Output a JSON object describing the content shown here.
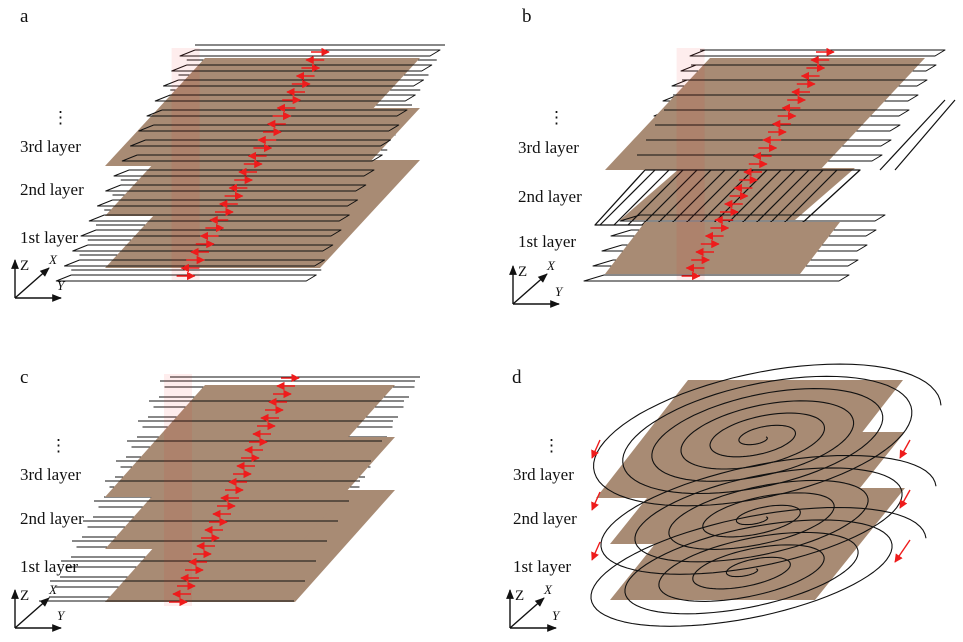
{
  "panels": [
    {
      "letter": "a",
      "ellipsis": "⋮",
      "layers": [
        "3rd layer",
        "2nd layer",
        "1st layer"
      ]
    },
    {
      "letter": "b",
      "ellipsis": "⋮",
      "layers": [
        "3rd layer",
        "2nd layer",
        "1st layer"
      ]
    },
    {
      "letter": "c",
      "ellipsis": "⋮",
      "layers": [
        "3rd layer",
        "2nd layer",
        "1st layer"
      ]
    },
    {
      "letter": "d",
      "ellipsis": "⋮",
      "layers": [
        "3rd layer",
        "2nd layer",
        "1st layer"
      ]
    }
  ],
  "axes": {
    "z": "Z",
    "x": "X",
    "y": "Y"
  },
  "colors": {
    "sheet": "#a88b74",
    "current": "#ee1c1c",
    "wire": "#111111",
    "background": "#ffffff"
  }
}
